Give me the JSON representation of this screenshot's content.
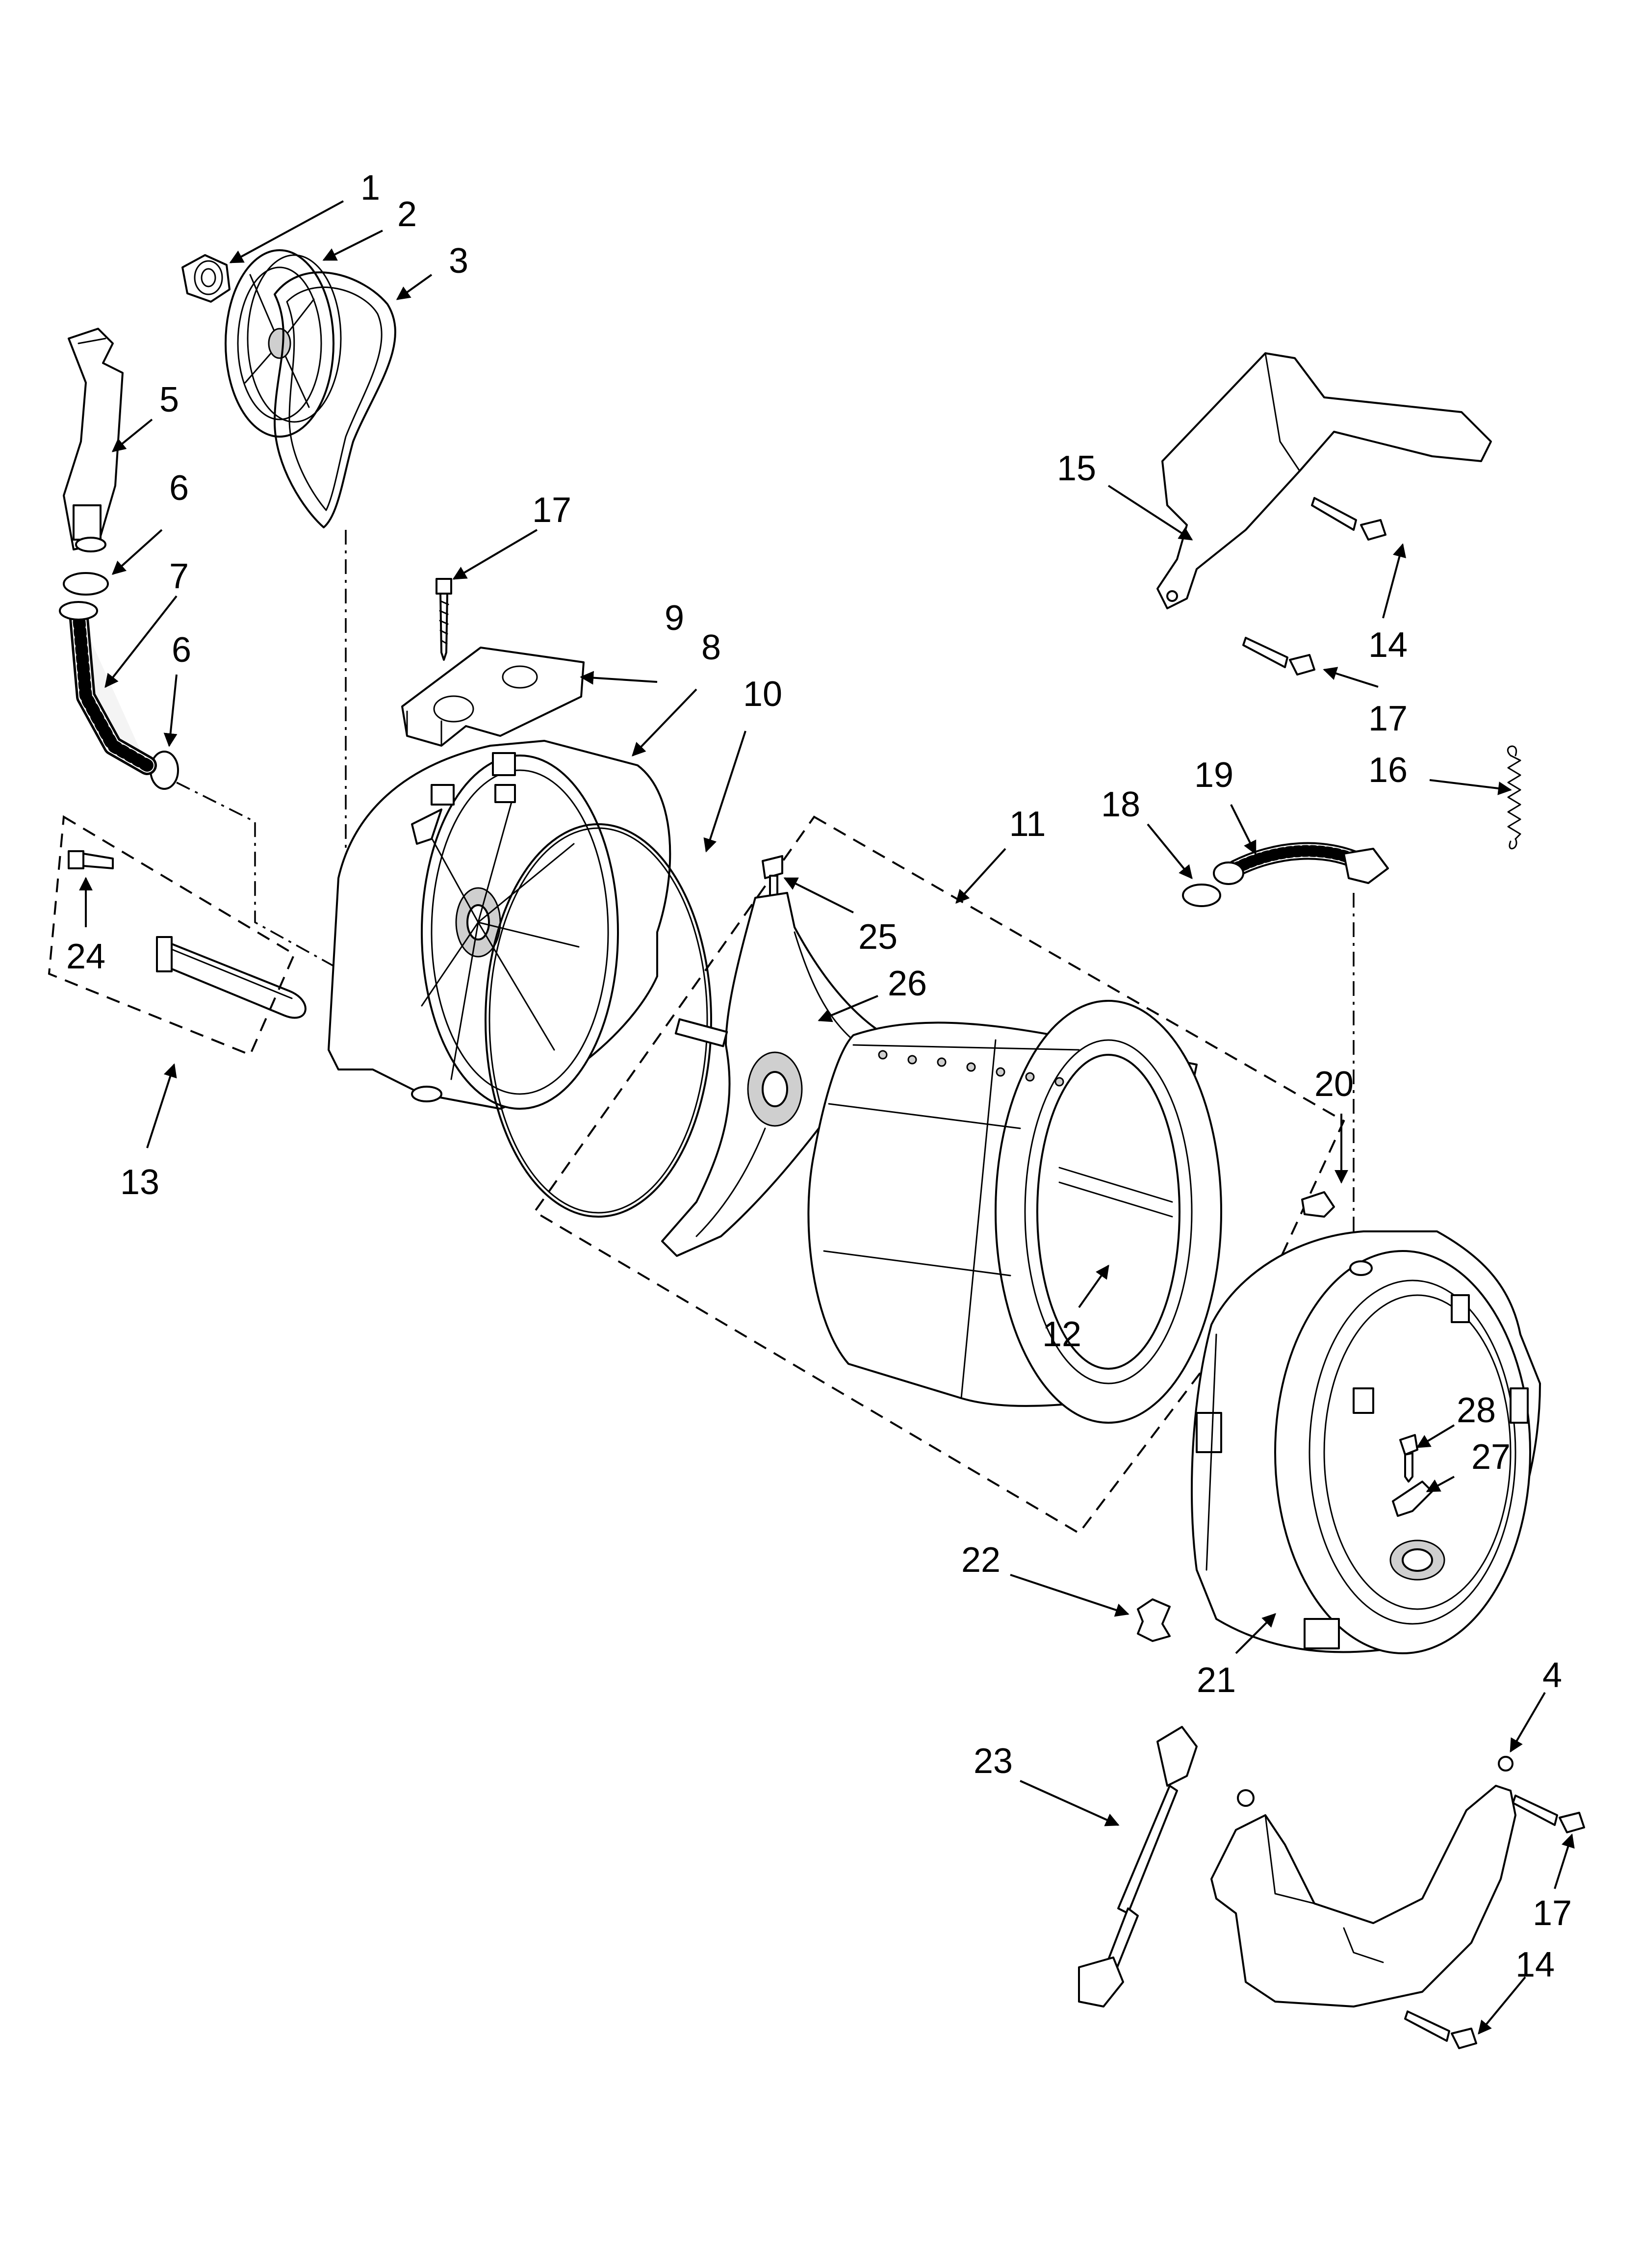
{
  "callouts": [
    {
      "id": "c1",
      "text": "1"
    },
    {
      "id": "c2",
      "text": "2"
    },
    {
      "id": "c3",
      "text": "3"
    },
    {
      "id": "c4",
      "text": "4"
    },
    {
      "id": "c5",
      "text": "5"
    },
    {
      "id": "c6a",
      "text": "6"
    },
    {
      "id": "c6b",
      "text": "6"
    },
    {
      "id": "c7",
      "text": "7"
    },
    {
      "id": "c8",
      "text": "8"
    },
    {
      "id": "c9",
      "text": "9"
    },
    {
      "id": "c10",
      "text": "10"
    },
    {
      "id": "c11",
      "text": "11"
    },
    {
      "id": "c12",
      "text": "12"
    },
    {
      "id": "c13",
      "text": "13"
    },
    {
      "id": "c14a",
      "text": "14"
    },
    {
      "id": "c14b",
      "text": "14"
    },
    {
      "id": "c15",
      "text": "15"
    },
    {
      "id": "c16",
      "text": "16"
    },
    {
      "id": "c17a",
      "text": "17"
    },
    {
      "id": "c17b",
      "text": "17"
    },
    {
      "id": "c17c",
      "text": "17"
    },
    {
      "id": "c18",
      "text": "18"
    },
    {
      "id": "c19",
      "text": "19"
    },
    {
      "id": "c20",
      "text": "20"
    },
    {
      "id": "c21",
      "text": "21"
    },
    {
      "id": "c22",
      "text": "22"
    },
    {
      "id": "c23",
      "text": "23"
    },
    {
      "id": "c24",
      "text": "24"
    },
    {
      "id": "c25",
      "text": "25"
    },
    {
      "id": "c26",
      "text": "26"
    },
    {
      "id": "c27",
      "text": "27"
    },
    {
      "id": "c28",
      "text": "28"
    }
  ]
}
